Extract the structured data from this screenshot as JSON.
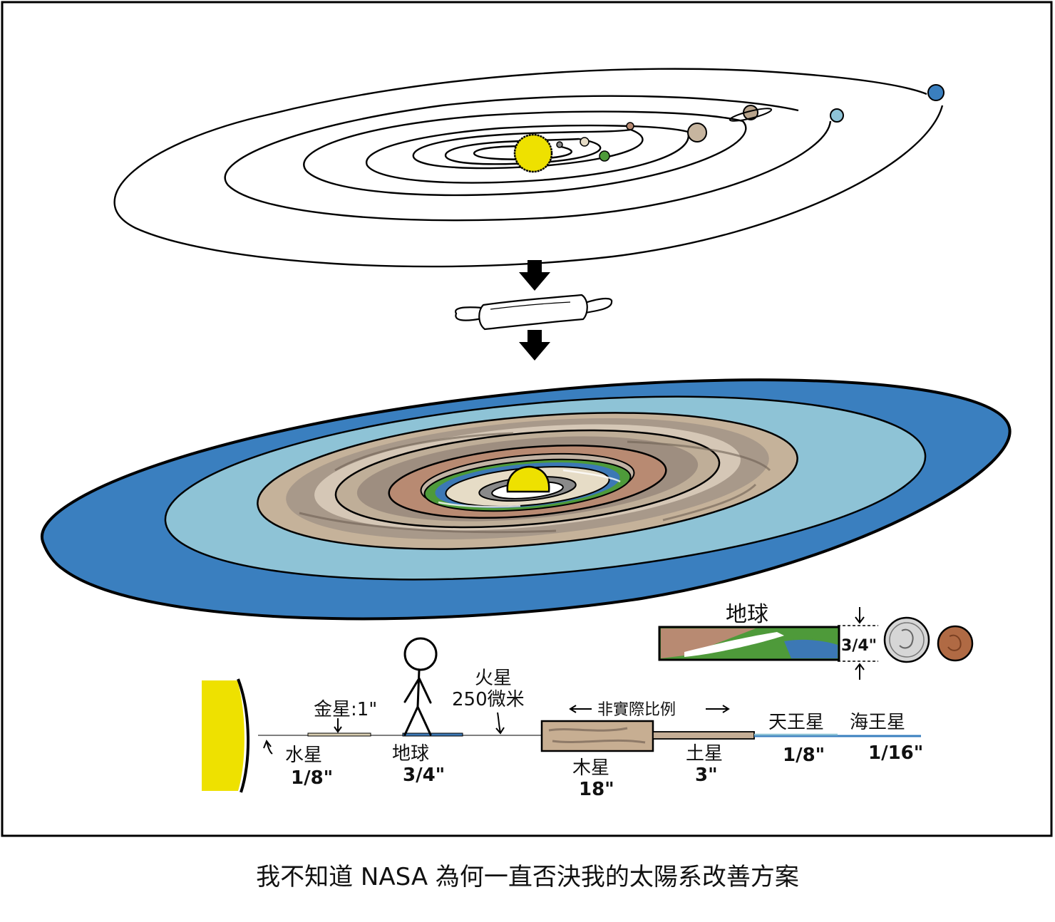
{
  "labels": {
    "earth_inset": "地球",
    "earth_thickness": "3/4\"",
    "mars": "火星",
    "mars_size": "250微米",
    "venus": "金星:1\"",
    "not_to_scale": "非實際比例",
    "uranus": "天王星",
    "neptune": "海王星",
    "mercury": "水星",
    "mercury_size": "1/8\"",
    "earth": "地球",
    "earth_size": "3/4\"",
    "jupiter": "木星",
    "jupiter_size": "18\"",
    "saturn": "土星",
    "saturn_size": "3\"",
    "uranus_size": "1/8\"",
    "neptune_size": "1/16\""
  },
  "caption": "我不知道 NASA 為何一直否決我的太陽系改善方案",
  "colors": {
    "sun": "#EEE100",
    "neptune": "#3A7FBF",
    "uranus": "#8EC3D6",
    "saturn": "#B8A48C",
    "jupiter": "#C7B59F",
    "mars": "#B88A72",
    "earth_green": "#4E9A3A",
    "earth_blue": "#3C78B5",
    "venus": "#E6DCC6",
    "mercury": "#9A9A9A"
  },
  "icons": [
    "down-arrow-icon",
    "rolling-pin-icon",
    "stick-figure-icon",
    "quarter-coin-icon",
    "penny-coin-icon"
  ]
}
